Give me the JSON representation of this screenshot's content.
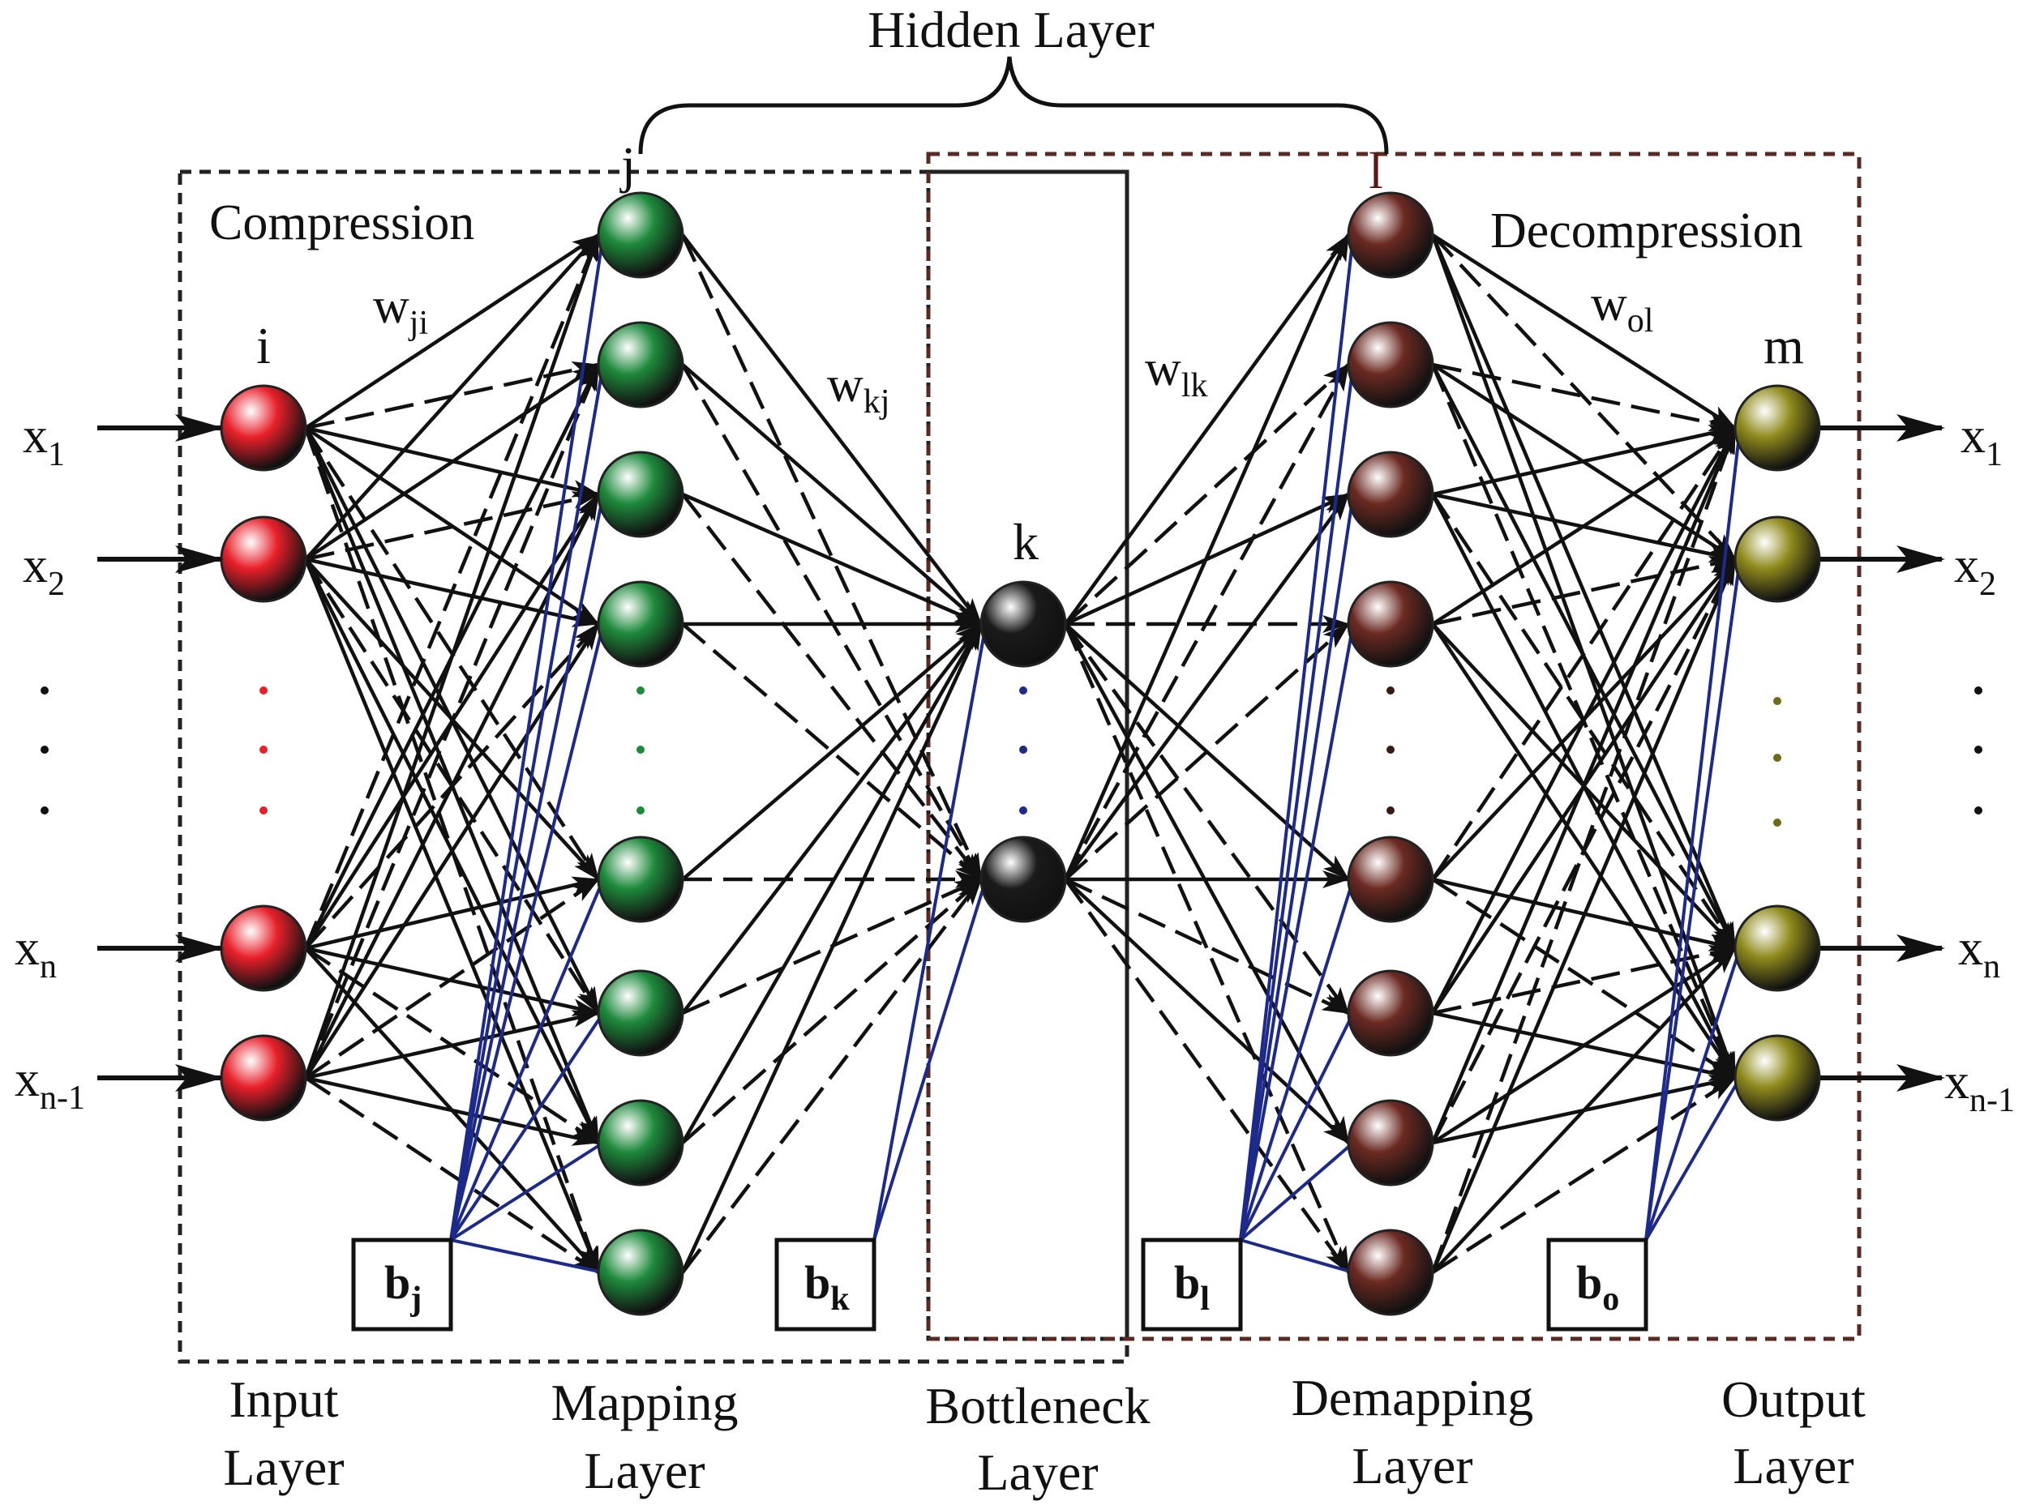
{
  "title": "Hidden Layer",
  "regions": {
    "compression": "Compression",
    "decompression": "Decompression"
  },
  "layers": [
    {
      "key": "input",
      "line1": "Input",
      "line2": "Layer",
      "node_label": "i",
      "color": "#e8202a"
    },
    {
      "key": "mapping",
      "line1": "Mapping",
      "line2": "Layer",
      "node_label": "j",
      "color": "#1e8a3c"
    },
    {
      "key": "bottleneck",
      "line1": "Bottleneck",
      "line2": "Layer",
      "node_label": "k",
      "color": "#1a1a1a"
    },
    {
      "key": "demapping",
      "line1": "Demapping",
      "line2": "Layer",
      "node_label": "l",
      "color": "#6b2a22"
    },
    {
      "key": "output",
      "line1": "Output",
      "line2": "Layer",
      "node_label": "m",
      "color": "#8f8a1c"
    }
  ],
  "weights": [
    {
      "base": "w",
      "sub": "ji"
    },
    {
      "base": "w",
      "sub": "kj"
    },
    {
      "base": "w",
      "sub": "lk"
    },
    {
      "base": "w",
      "sub": "ol"
    }
  ],
  "biases": [
    {
      "base": "b",
      "sub": "j"
    },
    {
      "base": "b",
      "sub": "k"
    },
    {
      "base": "b",
      "sub": "l"
    },
    {
      "base": "b",
      "sub": "o"
    }
  ],
  "inputs": [
    {
      "base": "x",
      "sub": "1"
    },
    {
      "base": "x",
      "sub": "2"
    },
    {
      "base": "x",
      "sub": "n"
    },
    {
      "base": "x",
      "sub": "n-1"
    }
  ],
  "outputs": [
    {
      "base": "x",
      "sub": "1"
    },
    {
      "base": "x",
      "sub": "2"
    },
    {
      "base": "x",
      "sub": "n"
    },
    {
      "base": "x",
      "sub": "n-1"
    }
  ],
  "colors": {
    "bias_line": "#1d2a8a",
    "dashed_left": "#222222",
    "dashed_right": "#5a2a22"
  }
}
